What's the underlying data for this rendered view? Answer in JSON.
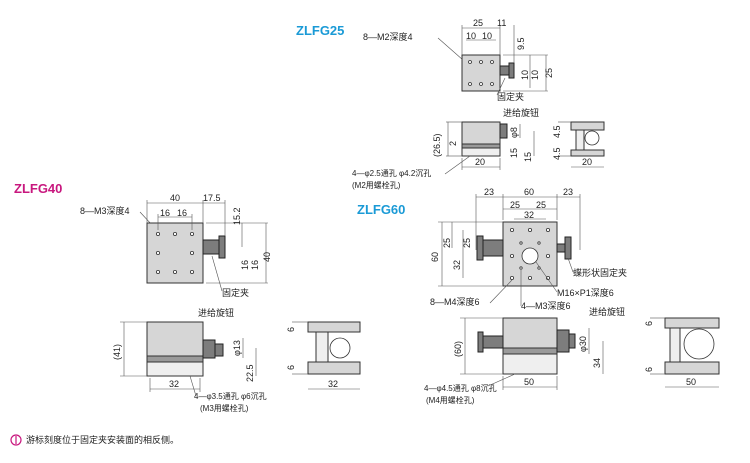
{
  "colors": {
    "title_blue": "#1a9ad6",
    "title_magenta": "#c8177e"
  },
  "zlfg25": {
    "title": "ZLFG25",
    "tap": "8—M2深度4",
    "d25": "25",
    "d11": "11",
    "d10a": "10",
    "d10b": "10",
    "d9_5": "9.5",
    "d10c": "10",
    "d10d": "10",
    "d25v": "25",
    "clamp": "固定夹",
    "knob": "进给旋钮",
    "d26_5": "(26.5)",
    "d2": "2",
    "d8": "φ8",
    "d15a": "15",
    "d15b": "15",
    "d20a": "20",
    "d4_5a": "4.5",
    "d4_5b": "4.5",
    "d20b": "20",
    "hole1": "4—φ2.5通孔 φ4.2沉孔",
    "hole2": "(M2用螺栓孔)"
  },
  "zlfg40": {
    "title": "ZLFG40",
    "tap": "8—M3深度4",
    "d40": "40",
    "d16a": "16",
    "d16b": "16",
    "d17_5": "17.5",
    "d15_2": "15.2",
    "d16v": "16",
    "d16w": "16",
    "d40v": "40",
    "clamp": "固定夹",
    "knob": "进给旋钮",
    "d41": "(41)",
    "d13": "φ13",
    "d22_5": "22.5",
    "d32a": "32",
    "d6a": "6",
    "d6b": "6",
    "d32b": "32",
    "hole1": "4—φ3.5通孔 φ6沉孔",
    "hole2": "(M3用螺栓孔)"
  },
  "zlfg60": {
    "title": "ZLFG60",
    "d23a": "23",
    "d60": "60",
    "d23b": "23",
    "d25a": "25",
    "d25b": "25",
    "d32": "32",
    "v60": "60",
    "v25a": "25",
    "v32": "32",
    "v25b": "25",
    "clamp": "蝶形状固定夹",
    "m16": "M16×P1深度6",
    "tap8": "8—M4深度6",
    "tap4": "4—M3深度6",
    "knob": "进给旋钮",
    "d60p": "(60)",
    "d30": "φ30",
    "d34": "34",
    "d50a": "50",
    "d6a": "6",
    "d6b": "6",
    "d50b": "50",
    "hole1": "4—φ4.5通孔 φ8沉孔",
    "hole2": "(M4用螺栓孔)"
  },
  "note": {
    "text": "游标刻度位于固定夹安装面的相反侧。"
  }
}
